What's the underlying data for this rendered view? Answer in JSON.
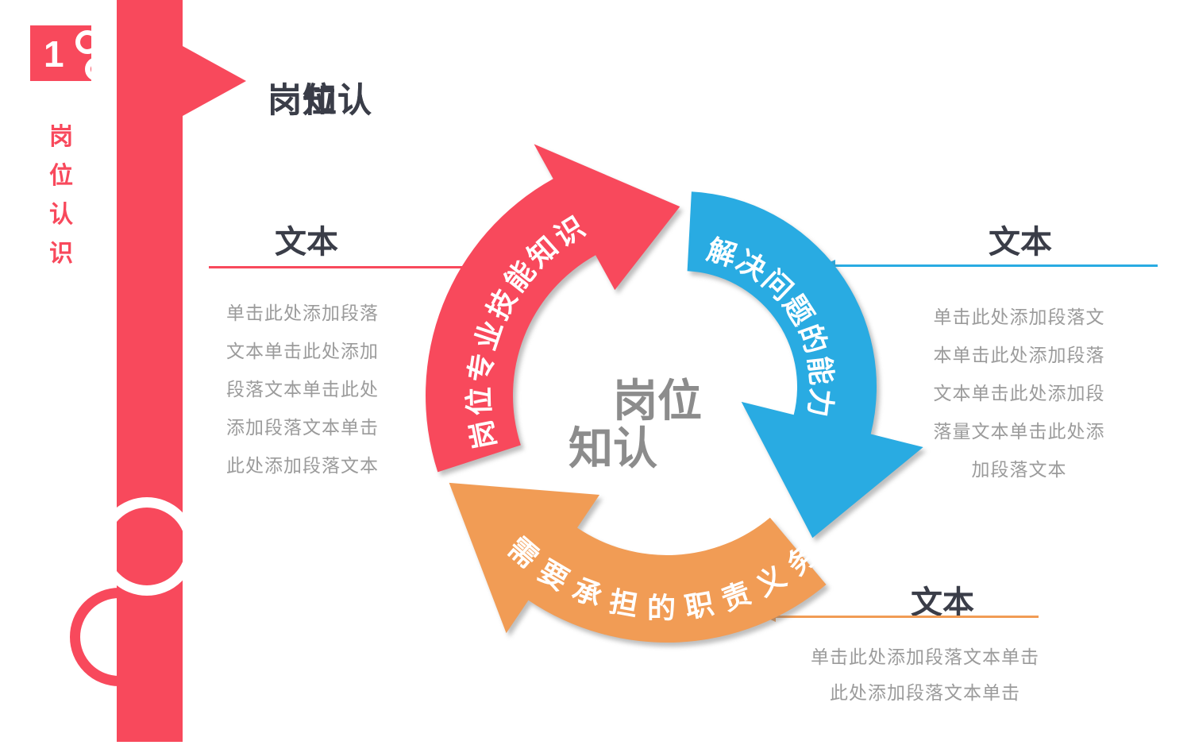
{
  "page": {
    "background": "#ffffff"
  },
  "sidebar": {
    "number": "1",
    "vertical_title": [
      "岗",
      "位",
      "认",
      "识"
    ],
    "bar_color": "#F8495C"
  },
  "header": {
    "title_layer_front": "岗位认",
    "title_layer_back": "岗知认"
  },
  "diagram": {
    "center_line1": "岗位",
    "center_line2": "知认",
    "arrows": [
      {
        "id": "red",
        "label": "岗位专业技能知识",
        "color": "#F8495C"
      },
      {
        "id": "blue",
        "label": "解决问题的能力",
        "color": "#29ABE2"
      },
      {
        "id": "orange",
        "label": "需要承担的职责义务",
        "color": "#F19C55"
      }
    ]
  },
  "callouts": [
    {
      "id": "left",
      "heading": "文本",
      "accent": "#F8495C",
      "arrow_dir": "right",
      "lines": [
        "单击此处添加段落",
        "文本单击此处添加",
        "段落文本单击此处",
        "添加段落文本单击",
        "此处添加段落文本"
      ]
    },
    {
      "id": "right",
      "heading": "文本",
      "accent": "#29ABE2",
      "arrow_dir": "left",
      "lines": [
        "单击此处添加段落文",
        "本单击此处添加段落",
        "文本单击此处添加段",
        "落量文本单击此处添",
        "加段落文本"
      ]
    },
    {
      "id": "bottom",
      "heading": "文本",
      "accent": "#F19C55",
      "arrow_dir": "left",
      "lines": [
        "单击此处添加段落文本单击",
        "此处添加段落文本单击"
      ]
    }
  ]
}
